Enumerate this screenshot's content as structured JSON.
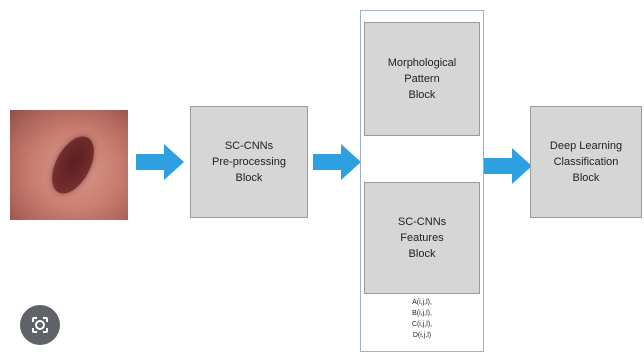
{
  "blocks": {
    "preprocessing": "SC-CNNs\nPre-processing\nBlock",
    "morphological": "Morphological\nPattern\nBlock",
    "features": "SC-CNNs\nFeatures\nBlock",
    "classification": "Deep Learning\nClassification\nBlock"
  },
  "feature_labels": [
    "A(i,j,l),",
    "B(i,j,l),",
    "C(i,j,l),",
    "D(i,j,l)"
  ],
  "colors": {
    "arrow": "#2e9fe0",
    "block_fill": "#d6d6d6",
    "block_border": "#9a9a9a",
    "frame_border": "#9fb3c8"
  },
  "icons": [
    "lesion-photo",
    "right-arrow-icon",
    "lens-icon"
  ]
}
